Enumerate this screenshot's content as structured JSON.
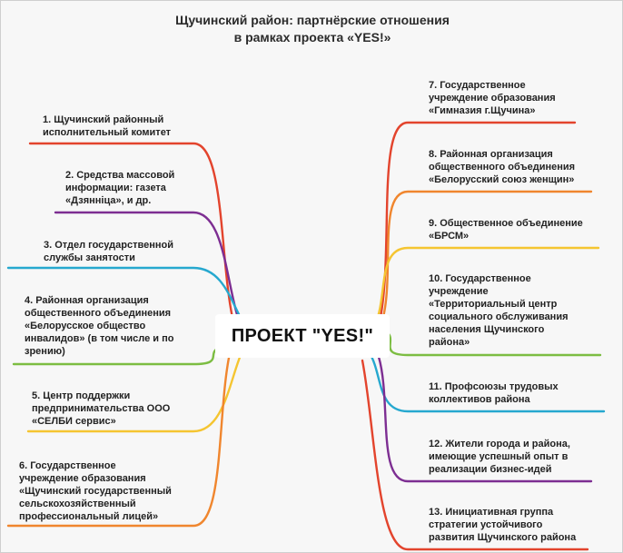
{
  "title": {
    "line1": "Щучинский район: партнёрские отношения",
    "line2": "в рамках проекта «YES!»"
  },
  "center": {
    "text": "ПРОЕКТ \"YES!\""
  },
  "colors": {
    "red": "#e3442d",
    "orange": "#f0862e",
    "yellow": "#f5c531",
    "green": "#7cbd42",
    "teal": "#26a8cf",
    "purple": "#7d2e92"
  },
  "left_items": [
    {
      "lines": [
        "1. Щучинский районный",
        "исполнительный комитет"
      ],
      "color": "red"
    },
    {
      "lines": [
        "2. Средства массовой",
        "информации: газета",
        "«Дзянніца», и др."
      ],
      "color": "purple"
    },
    {
      "lines": [
        "3. Отдел государственной",
        "службы занятости"
      ],
      "color": "teal"
    },
    {
      "lines": [
        "4. Районная организация",
        "общественного объединения",
        "«Белорусское общество",
        "инвалидов» (в том числе и по",
        "зрению)"
      ],
      "color": "green"
    },
    {
      "lines": [
        "5. Центр поддержки",
        "предпринимательства ООО",
        "«СЕЛБИ сервис»"
      ],
      "color": "yellow"
    },
    {
      "lines": [
        "6. Государственное",
        "учреждение образования",
        "«Щучинский государственный",
        "сельскохозяйственный",
        "профессиональный лицей»"
      ],
      "color": "orange"
    }
  ],
  "right_items": [
    {
      "lines": [
        "7. Государственное",
        "учреждение образования",
        "«Гимназия г.Щучина»"
      ],
      "color": "red"
    },
    {
      "lines": [
        "8. Районная организация",
        "общественного объединения",
        "«Белорусский союз женщин»"
      ],
      "color": "orange"
    },
    {
      "lines": [
        "9. Общественное объединение",
        "«БРСМ»"
      ],
      "color": "yellow"
    },
    {
      "lines": [
        "10. Государственное",
        "учреждение",
        "«Территориальный центр",
        "социального  обслуживания",
        "населения Щучинского",
        "района»"
      ],
      "color": "green"
    },
    {
      "lines": [
        "11. Профсоюзы трудовых",
        "коллективов района"
      ],
      "color": "teal"
    },
    {
      "lines": [
        "12. Жители города и района,",
        "имеющие успешный опыт в",
        "реализации бизнес-идей"
      ],
      "color": "purple"
    },
    {
      "lines": [
        "13. Инициативная группа",
        "стратегии устойчивого",
        "развития Щучинского района"
      ],
      "color": "red"
    }
  ]
}
